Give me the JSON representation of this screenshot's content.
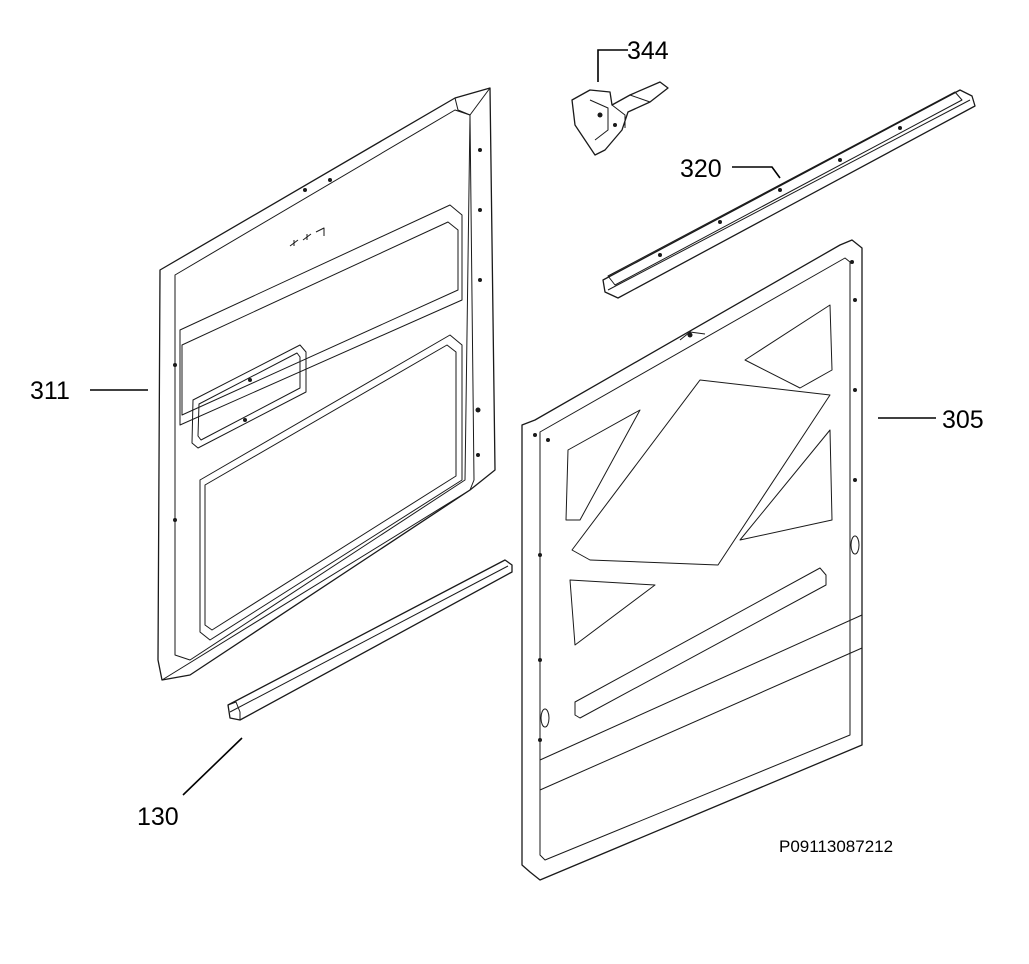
{
  "callouts": {
    "c344": "344",
    "c320": "320",
    "c311": "311",
    "c305": "305",
    "c130": "130"
  },
  "drawing_code": "P09113087212"
}
